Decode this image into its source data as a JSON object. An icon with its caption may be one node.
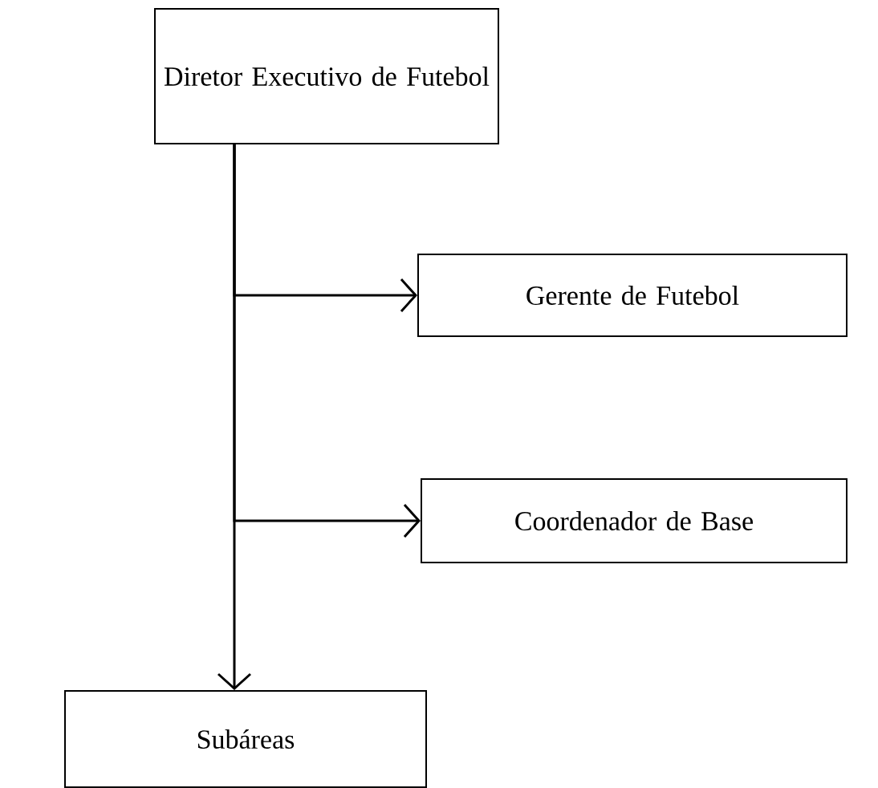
{
  "diagram": {
    "nodes": [
      {
        "text": [
          "Diretor Executivo de Futebol"
        ]
      },
      {
        "text": [
          "Gerente de Futebol"
        ]
      },
      {
        "text": [
          "Coordenador de Base"
        ]
      },
      {
        "text": [
          "Subáreas"
        ]
      }
    ],
    "edges": [
      {
        "from": 0,
        "to": 1,
        "arrow": "to"
      },
      {
        "from": 0,
        "to": 2,
        "arrow": "to"
      },
      {
        "from": 0,
        "to": 3,
        "arrow": "to"
      }
    ]
  }
}
